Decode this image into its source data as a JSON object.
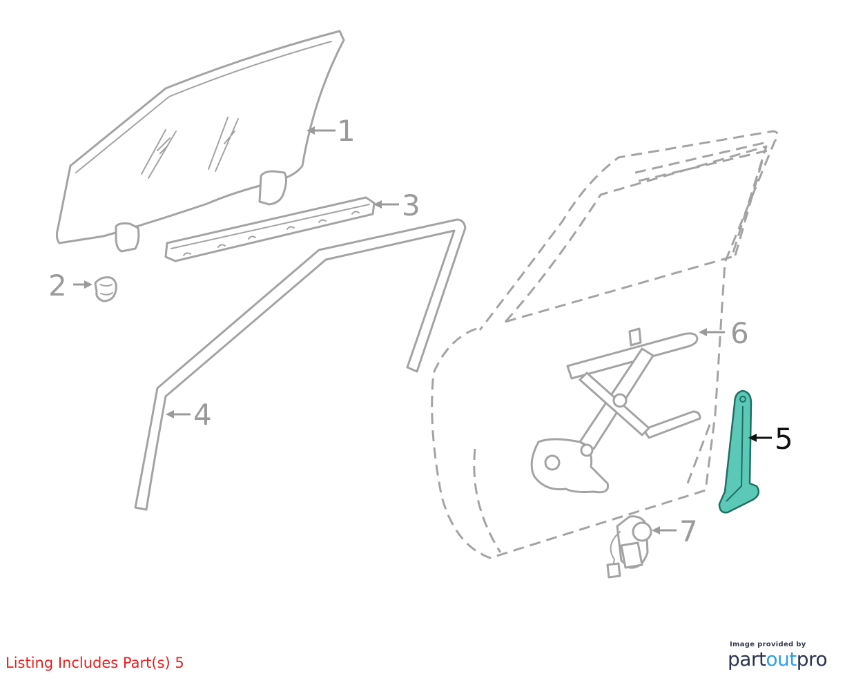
{
  "diagram": {
    "callouts": [
      {
        "number": "1",
        "highlighted": false
      },
      {
        "number": "2",
        "highlighted": false
      },
      {
        "number": "3",
        "highlighted": false
      },
      {
        "number": "4",
        "highlighted": false
      },
      {
        "number": "5",
        "highlighted": true
      },
      {
        "number": "6",
        "highlighted": false
      },
      {
        "number": "7",
        "highlighted": false
      }
    ],
    "highlight_color": "#5cc8b7",
    "part_line_color": "#a3a3a3"
  },
  "listing": {
    "text": "Listing Includes Part(s) 5",
    "color": "#ee1c1c"
  },
  "branding": {
    "provided_by": "Image provided by",
    "logo_part1": "part",
    "logo_part2": "out",
    "logo_part3": "pro",
    "accent_color": "#2f9fe8"
  }
}
